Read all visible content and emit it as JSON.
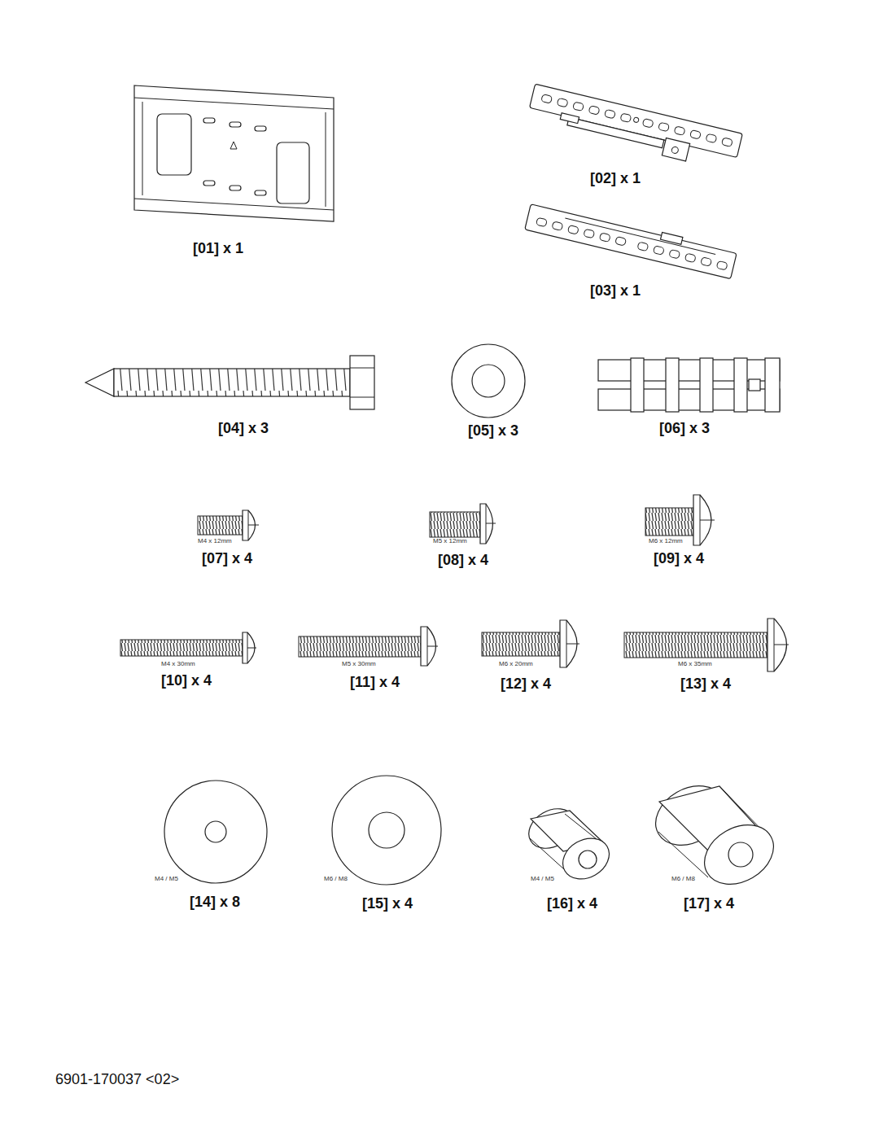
{
  "diagram": {
    "labels": [
      "[01] x 1",
      "[02] x 1",
      "[03] x 1",
      "[04] x 3",
      "[05] x 3",
      "[06] x 3",
      "M4 x 12mm",
      "[07] x 4",
      "M5 x 12mm",
      "[08] x 4",
      "M6 x 12mm",
      "[09] x 4",
      "M4 x 30mm",
      "[10] x 4",
      "M5 x 30mm",
      "[11] x 4",
      "M6 x 20mm",
      "[12] x 4",
      "M6 x 35mm",
      "[13] x 4",
      "M4 / M5",
      "[14] x 8",
      "M6 / M8",
      "[15] x 4",
      "M4 / M5",
      "[16] x 4",
      "M6 / M8",
      "[17] x 4",
      "6901-170037 <02>"
    ]
  }
}
